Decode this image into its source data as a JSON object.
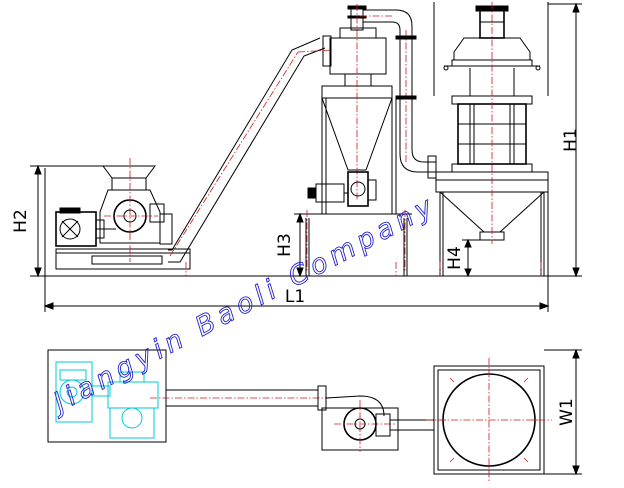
{
  "dimensions": {
    "h1": "H1",
    "h2": "H2",
    "h3": "H3",
    "h4": "H4",
    "l1": "L1",
    "w1": "W1"
  },
  "watermark": "Jiangyin Baoli Company",
  "colors": {
    "line": "#000000",
    "centerline": "#d01818",
    "highlight": "#00c8d8",
    "watermark": "#2222cc"
  }
}
